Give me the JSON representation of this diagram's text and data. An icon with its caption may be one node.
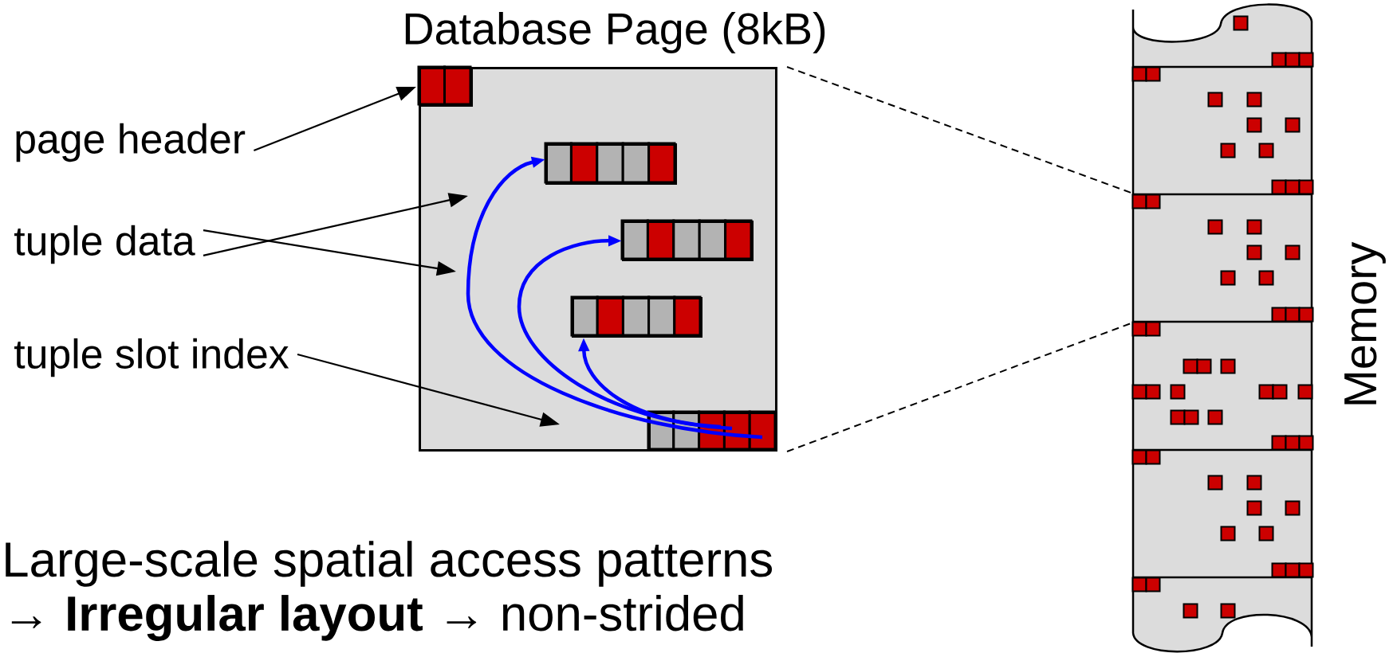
{
  "diagram": {
    "nodes": [
      {
        "text": [
          "Database Page (8kB)"
        ]
      },
      {
        "text": [
          "page header"
        ]
      },
      {
        "text": [
          "tuple data"
        ]
      },
      {
        "text": [
          "tuple slot index"
        ]
      },
      {
        "text": [],
        "shape": "box",
        "in": 0
      },
      {
        "text": [],
        "shape": "box",
        "in": 0
      },
      {
        "text": [],
        "shape": "box",
        "in": 0
      },
      {
        "text": [],
        "shape": "box",
        "in": 0
      },
      {
        "text": [],
        "shape": "box",
        "in": 0
      },
      {
        "text": [
          "Memory"
        ]
      }
    ],
    "edges": [
      {
        "from": 1,
        "to": 4,
        "arrow": "to"
      },
      {
        "from": 2,
        "to": null,
        "arrow": "to"
      },
      {
        "from": 2,
        "to": null,
        "arrow": "to"
      },
      {
        "from": 3,
        "to": null,
        "arrow": "to"
      },
      {
        "from": 8,
        "to": 5,
        "arrow": "to",
        "color": "#0000ff"
      },
      {
        "from": 8,
        "to": 6,
        "arrow": "to",
        "color": "#0000ff"
      },
      {
        "from": 8,
        "to": 7,
        "arrow": "to",
        "color": "#0000ff"
      },
      {
        "from": 0,
        "to": 9,
        "arrow": "none",
        "style": "dashed"
      },
      {
        "from": 0,
        "to": 9,
        "arrow": "none",
        "style": "dashed"
      }
    ],
    "labels": [
      "Large-scale spatial access patterns",
      "→ **Irregular layout** → non-strided"
    ]
  }
}
